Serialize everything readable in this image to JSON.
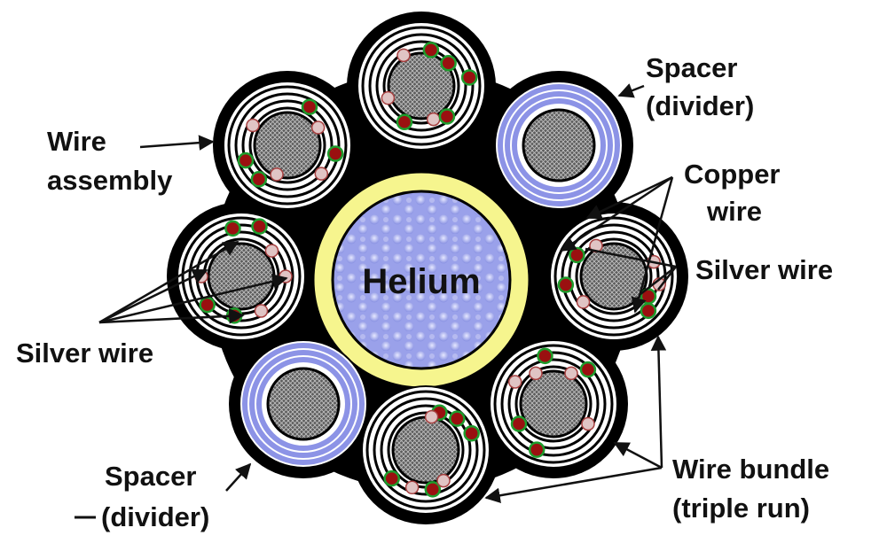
{
  "center": {
    "label": "Helium"
  },
  "labels": {
    "wire_assembly": [
      "Wire",
      "assembly"
    ],
    "spacer_top": [
      "Spacer",
      "(divider)"
    ],
    "copper_wire": [
      "Copper",
      "wire"
    ],
    "silver_wire_right": "Silver wire",
    "silver_wire_left": "Silver wire",
    "spacer_bottom": [
      "Spacer",
      "(divider)"
    ],
    "wire_bundle": [
      "Wire bundle",
      "(triple run)"
    ]
  },
  "colors": {
    "jacket": "#000000",
    "helium_ring": "#f6f58e",
    "helium_fill": "#aab0f0",
    "spacer_band": "#8c93e6",
    "copper": "#9a1010",
    "copper_ring": "#1d9c2c",
    "silver": "#e0c4c4",
    "silver_ring": "#a64040"
  }
}
